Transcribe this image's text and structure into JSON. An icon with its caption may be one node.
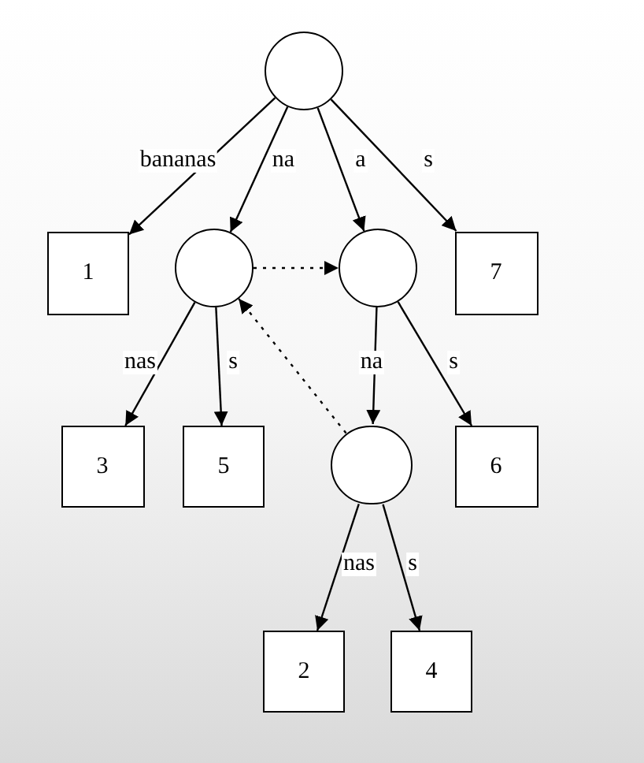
{
  "diagram": {
    "nodes": [
      {
        "text": [],
        "shape": "circle"
      },
      {
        "text": [
          "1"
        ]
      },
      {
        "text": [],
        "shape": "circle"
      },
      {
        "text": [],
        "shape": "circle"
      },
      {
        "text": [
          "7"
        ]
      },
      {
        "text": [
          "3"
        ]
      },
      {
        "text": [
          "5"
        ]
      },
      {
        "text": [],
        "shape": "circle"
      },
      {
        "text": [
          "6"
        ]
      },
      {
        "text": [
          "2"
        ]
      },
      {
        "text": [
          "4"
        ]
      }
    ],
    "edges": [
      {
        "from": 0,
        "to": 1,
        "arrow": "to",
        "label": "bananas"
      },
      {
        "from": 0,
        "to": 2,
        "arrow": "to",
        "label": "na"
      },
      {
        "from": 0,
        "to": 3,
        "arrow": "to",
        "label": "a"
      },
      {
        "from": 0,
        "to": 4,
        "arrow": "to",
        "label": "s"
      },
      {
        "from": 2,
        "to": 3,
        "arrow": "to",
        "style": "dashed"
      },
      {
        "from": 2,
        "to": 5,
        "arrow": "to",
        "label": "nas"
      },
      {
        "from": 2,
        "to": 6,
        "arrow": "to",
        "label": "s"
      },
      {
        "from": 3,
        "to": 7,
        "arrow": "to",
        "label": "na"
      },
      {
        "from": 3,
        "to": 8,
        "arrow": "to",
        "label": "s"
      },
      {
        "from": 7,
        "to": 2,
        "arrow": "to",
        "style": "dashed"
      },
      {
        "from": 7,
        "to": 9,
        "arrow": "to",
        "label": "nas"
      },
      {
        "from": 7,
        "to": 10,
        "arrow": "to",
        "label": "s"
      }
    ]
  }
}
